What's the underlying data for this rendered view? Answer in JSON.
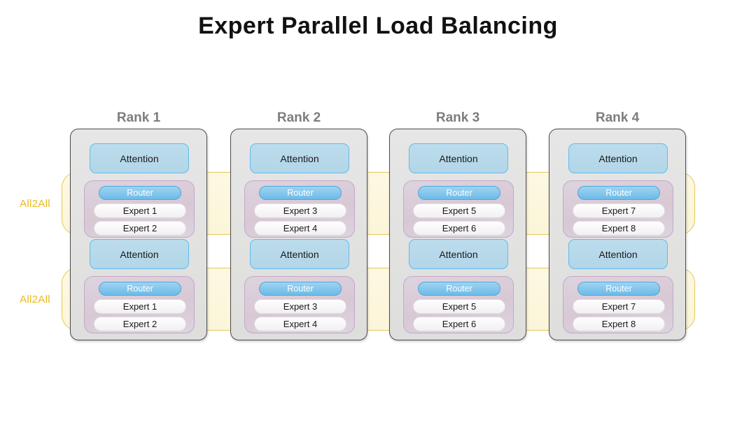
{
  "title": "Expert Parallel Load Balancing",
  "colors": {
    "title_text": "#111111",
    "rank_label": "#7d7d7d",
    "rank_container_border": "#4b4b4b",
    "rank_container_fill": "#e6e6e6",
    "attention_fill": "#b8d9e8",
    "attention_border": "#5fbced",
    "moe_fill": "#d8c8d4",
    "moe_border": "#c4a8c8",
    "router_fill": "#6cbbe8",
    "router_border": "#4aa8dd",
    "router_text": "#ffffff",
    "expert_fill": "#f7f5f8",
    "expert_border": "#e0dde2",
    "all2all_band_fill": "#fbf5d6",
    "all2all_band_border": "#e3c44a",
    "all2all_label": "#e8b923"
  },
  "all2all": [
    {
      "label": "All2All"
    },
    {
      "label": "All2All"
    }
  ],
  "ranks": [
    {
      "label": "Rank 1",
      "layers": [
        {
          "attention": "Attention",
          "router": "Router",
          "experts": [
            "Expert 1",
            "Expert 2"
          ]
        },
        {
          "attention": "Attention",
          "router": "Router",
          "experts": [
            "Expert 1",
            "Expert 2"
          ]
        }
      ]
    },
    {
      "label": "Rank 2",
      "layers": [
        {
          "attention": "Attention",
          "router": "Router",
          "experts": [
            "Expert 3",
            "Expert 4"
          ]
        },
        {
          "attention": "Attention",
          "router": "Router",
          "experts": [
            "Expert 3",
            "Expert 4"
          ]
        }
      ]
    },
    {
      "label": "Rank 3",
      "layers": [
        {
          "attention": "Attention",
          "router": "Router",
          "experts": [
            "Expert 5",
            "Expert 6"
          ]
        },
        {
          "attention": "Attention",
          "router": "Router",
          "experts": [
            "Expert 5",
            "Expert 6"
          ]
        }
      ]
    },
    {
      "label": "Rank 4",
      "layers": [
        {
          "attention": "Attention",
          "router": "Router",
          "experts": [
            "Expert 7",
            "Expert 8"
          ]
        },
        {
          "attention": "Attention",
          "router": "Router",
          "experts": [
            "Expert 7",
            "Expert 8"
          ]
        }
      ]
    }
  ]
}
